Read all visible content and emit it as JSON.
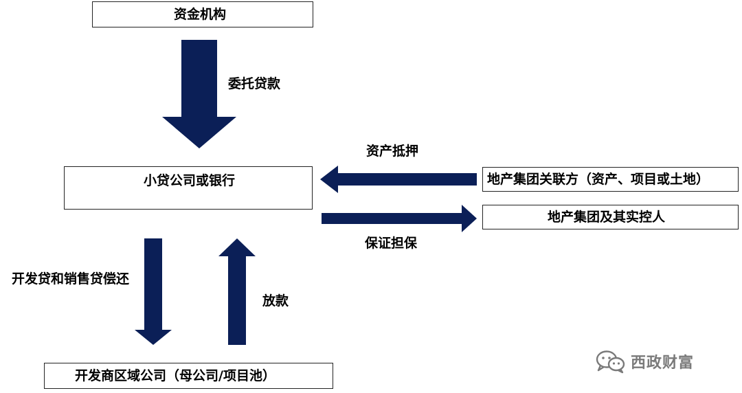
{
  "boxes": {
    "funding": "资金机构",
    "lender": "小贷公司或银行",
    "affiliate": "地产集团关联方（资产、项目或土地）",
    "controller": "地产集团及其实控人",
    "developer": "开发商区域公司（母公司/项目池）"
  },
  "labels": {
    "entrusted_loan": "委托贷款",
    "asset_mortgage": "资产抵押",
    "guarantee": "保证担保",
    "repayment": "开发贷和销售贷偿还",
    "disbursement": "放款"
  },
  "watermark": {
    "text": "西政财富",
    "icon": "wechat-icon"
  },
  "colors": {
    "arrow": "#0b1f57",
    "border": "#222222",
    "watermark": "#7a7a7a"
  }
}
